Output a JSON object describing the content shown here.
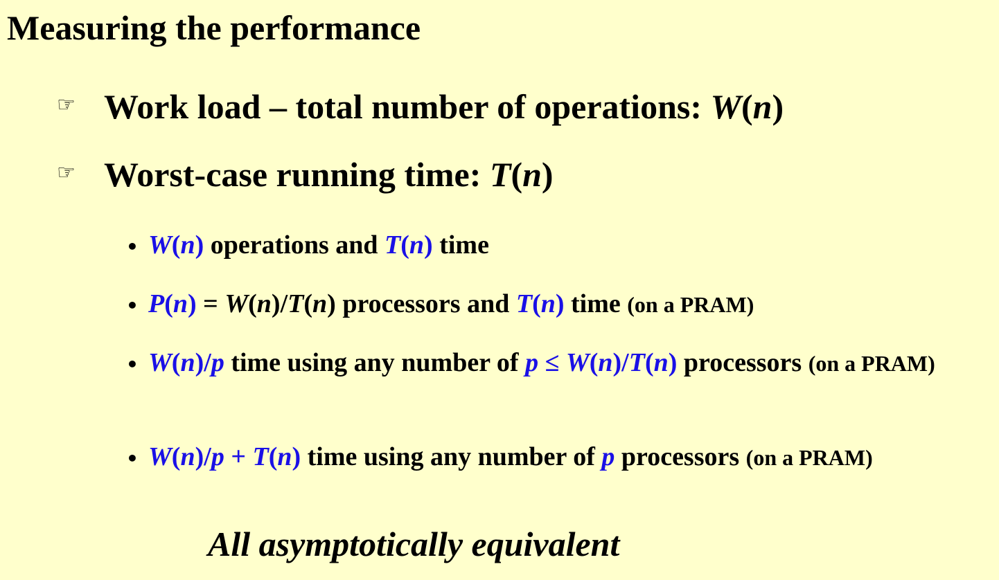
{
  "slide": {
    "title": "Measuring the performance",
    "bullet_glyph": "☞",
    "sub_bullet_glyph": "•",
    "items": [
      {
        "text_a": "Work load – total number of operations: ",
        "fn": "W",
        "arg": "n"
      },
      {
        "text_a": "Worst-case running time: ",
        "fn": "T",
        "arg": "n"
      }
    ],
    "sub_items": {
      "s1": {
        "w": "W",
        "n": "n",
        "mid": " operations and ",
        "t": "T",
        "end": " time"
      },
      "s2": {
        "p": "P",
        "n": "n",
        "eq": " = ",
        "w": "W",
        "slash": "/",
        "t": "T",
        "mid": " processors and ",
        "end": " time ",
        "note": "(on a PRAM)"
      },
      "s3": {
        "w": "W",
        "n": "n",
        "slash": "/",
        "p": "p",
        "mid": " time using any number of ",
        "leq": " ≤ ",
        "t": "T",
        "end": " processors ",
        "note": "(on a PRAM)"
      },
      "s4": {
        "w": "W",
        "n": "n",
        "slash": "/",
        "p": "p",
        "plus": " + ",
        "t": "T",
        "mid": " time using any number of ",
        "end": " processors ",
        "note": "(on a PRAM)"
      }
    },
    "conclusion": "All asymptotically equivalent"
  },
  "colors": {
    "background": "#ffffcc",
    "text": "#000000",
    "highlight": "#1a10e6"
  }
}
